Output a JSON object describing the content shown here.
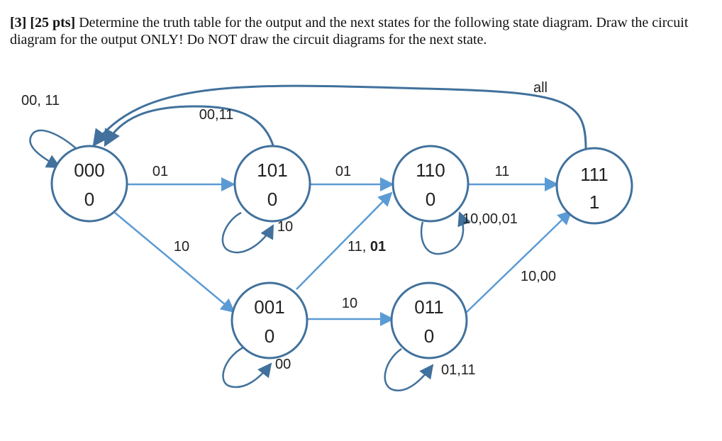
{
  "problem": {
    "number": "[3] [25 pts]",
    "text": "Determine the truth table for the output and the next states for the following state diagram. Draw the circuit diagram for the output ONLY!  Do NOT draw the circuit diagrams for the next state."
  },
  "colors": {
    "arrow": "#5b9bd5",
    "arrow_dark": "#4a7fb5",
    "node_border": "#41719c",
    "text": "#222222"
  },
  "states": [
    {
      "id": "s000",
      "code": "000",
      "output": "0"
    },
    {
      "id": "s101",
      "code": "101",
      "output": "0"
    },
    {
      "id": "s110",
      "code": "110",
      "output": "0"
    },
    {
      "id": "s111",
      "code": "111",
      "output": "1"
    },
    {
      "id": "s001",
      "code": "001",
      "output": "0"
    },
    {
      "id": "s011",
      "code": "011",
      "output": "0"
    }
  ],
  "transitions": [
    {
      "from": "000",
      "to": "000",
      "label": "00, 11"
    },
    {
      "from": "000",
      "to": "101",
      "label": "01"
    },
    {
      "from": "000",
      "to": "001",
      "label": "10"
    },
    {
      "from": "101",
      "to": "000",
      "label": "00,11"
    },
    {
      "from": "101",
      "to": "101",
      "label": "10"
    },
    {
      "from": "101",
      "to": "110",
      "label": "01"
    },
    {
      "from": "110",
      "to": "111",
      "label": "11"
    },
    {
      "from": "110",
      "to": "110",
      "label": "10,00,01"
    },
    {
      "from": "001",
      "to": "110",
      "label_a": "11, ",
      "label_b": "01"
    },
    {
      "from": "001",
      "to": "001",
      "label": "00"
    },
    {
      "from": "001",
      "to": "011",
      "label": "10"
    },
    {
      "from": "011",
      "to": "011",
      "label": "01,11"
    },
    {
      "from": "011",
      "to": "111",
      "label": "10,00"
    },
    {
      "from": "111",
      "to": "000",
      "label": "all"
    }
  ]
}
